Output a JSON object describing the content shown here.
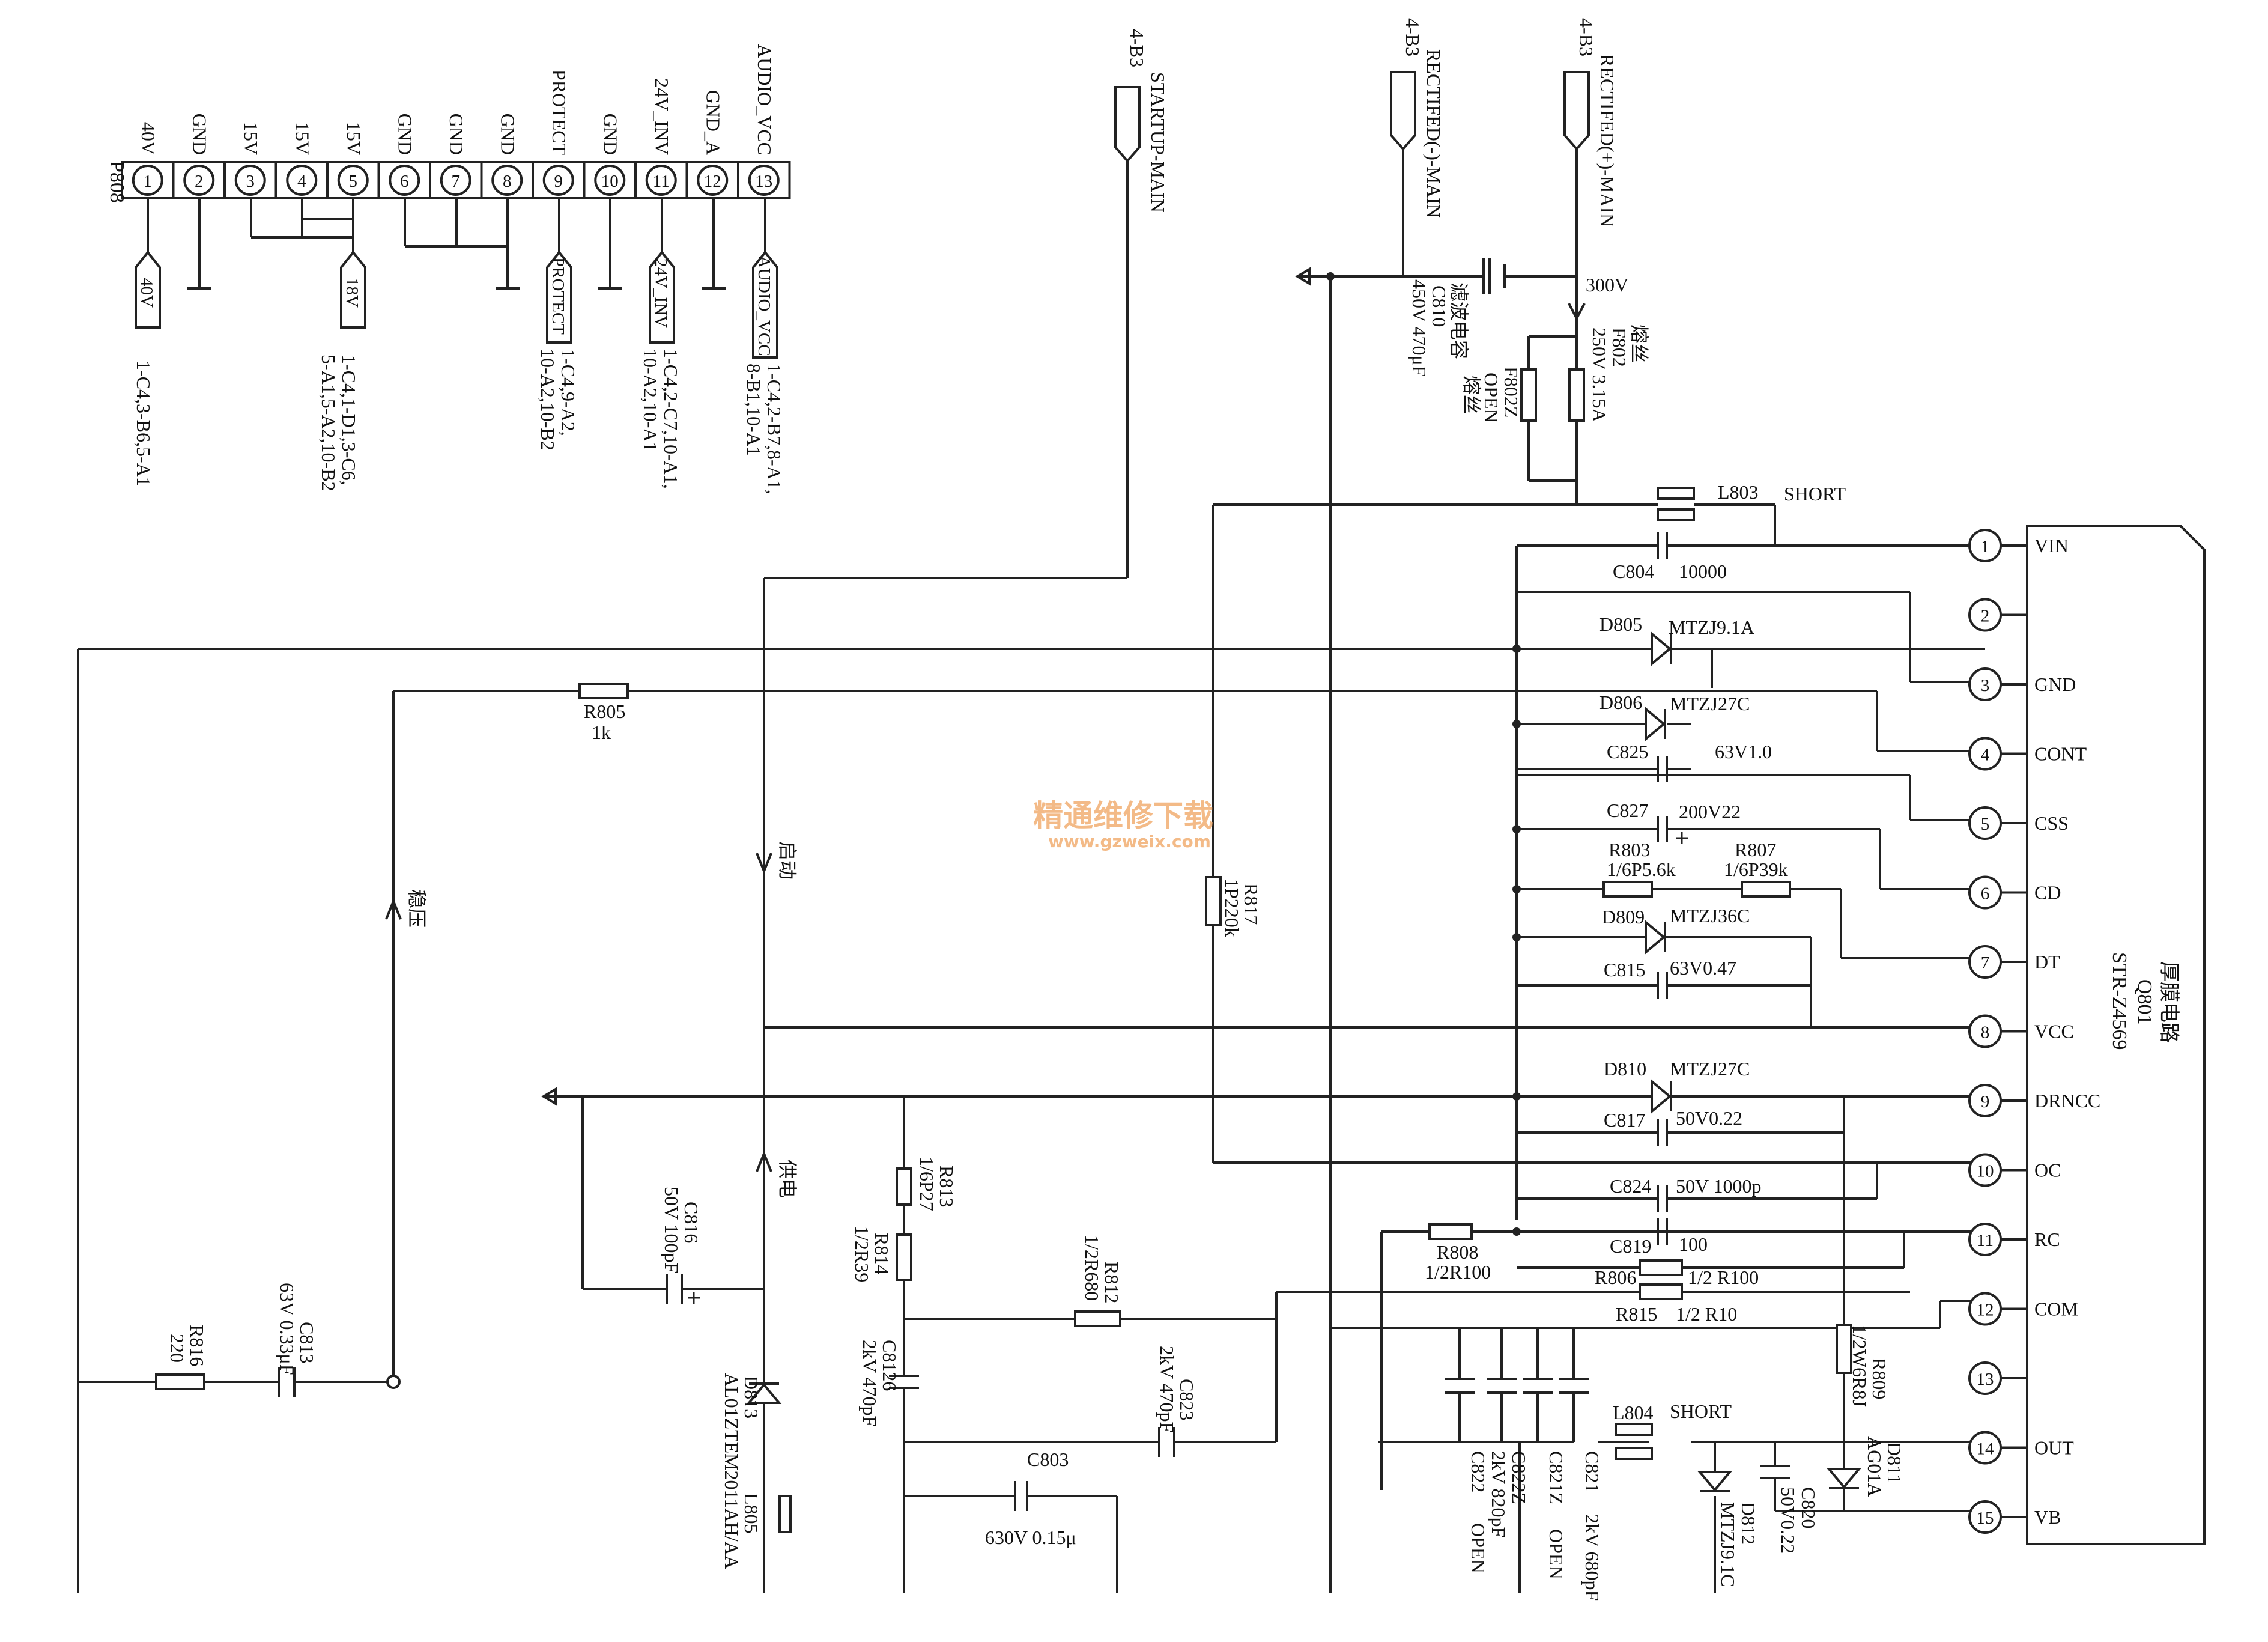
{
  "connector": {
    "ref": "P808",
    "pins": [
      {
        "num": "1",
        "name": "40V"
      },
      {
        "num": "2",
        "name": "GND"
      },
      {
        "num": "3",
        "name": "15V"
      },
      {
        "num": "4",
        "name": "15V"
      },
      {
        "num": "5",
        "name": "15V"
      },
      {
        "num": "6",
        "name": "GND"
      },
      {
        "num": "7",
        "name": "GND"
      },
      {
        "num": "8",
        "name": "GND"
      },
      {
        "num": "9",
        "name": "PROTECT"
      },
      {
        "num": "10",
        "name": "GND"
      },
      {
        "num": "11",
        "name": "24V_INV"
      },
      {
        "num": "12",
        "name": "GND_A"
      },
      {
        "num": "13",
        "name": "AUDIO_VCC"
      }
    ],
    "tags": [
      {
        "label": "40V",
        "refs": "1-C4,3-B6,5-A1"
      },
      {
        "label": "18V",
        "refs": "1-C4,1-D1,3-C6,",
        "refs2": "5-A1,5-A2,10-B2"
      },
      {
        "label": "PROTECT",
        "refs": "1-C4,9-A2,",
        "refs2": "10-A2,10-B2"
      },
      {
        "label": "24V_INV",
        "refs": "1-C4,2-C7,10-A1,",
        "refs2": "10-A2,10-A1"
      },
      {
        "label": "AUDIO_VCC",
        "refs": "1-C4,2-B7,8-A1,",
        "refs2": "8-B1,10-A1"
      }
    ]
  },
  "inputs": [
    {
      "grid": "4-B3",
      "name": "STARTUP-MAIN"
    },
    {
      "grid": "4-B3",
      "name": "RECTIFED(-)-MAIN"
    },
    {
      "grid": "4-B3",
      "name": "RECTIFED(+)-MAIN"
    }
  ],
  "ic": {
    "ref": "Q801",
    "title": "厚膜电路",
    "part": "STR-Z4569",
    "pins": [
      {
        "num": "1",
        "name": "VIN"
      },
      {
        "num": "2",
        "name": ""
      },
      {
        "num": "3",
        "name": "GND"
      },
      {
        "num": "4",
        "name": "CONT"
      },
      {
        "num": "5",
        "name": "CSS"
      },
      {
        "num": "6",
        "name": "CD"
      },
      {
        "num": "7",
        "name": "DT"
      },
      {
        "num": "8",
        "name": "VCC"
      },
      {
        "num": "9",
        "name": "DRNCC"
      },
      {
        "num": "10",
        "name": "OC"
      },
      {
        "num": "11",
        "name": "RC"
      },
      {
        "num": "12",
        "name": "COM"
      },
      {
        "num": "13",
        "name": ""
      },
      {
        "num": "14",
        "name": "OUT"
      },
      {
        "num": "15",
        "name": "VB"
      }
    ]
  },
  "parts": {
    "c810": {
      "ref": "C810",
      "desc": "滤波电容",
      "value": "450V 470μF"
    },
    "f802": {
      "ref": "F802",
      "desc": "熔丝",
      "value": "250V 3.15A"
    },
    "f802z": {
      "ref": "F802Z",
      "desc": "熔丝",
      "value": "OPEN"
    },
    "v300": "300V",
    "l803": {
      "ref": "L803",
      "value": "SHORT"
    },
    "c804": {
      "ref": "C804",
      "value": "10000"
    },
    "d805": {
      "ref": "D805",
      "value": "MTZJ9.1A"
    },
    "d806": {
      "ref": "D806",
      "value": "MTZJ27C"
    },
    "c825": {
      "ref": "C825",
      "value": "63V1.0"
    },
    "c827": {
      "ref": "C827",
      "value": "200V22"
    },
    "r803": {
      "ref": "R803",
      "value": "1/6P5.6k"
    },
    "r807": {
      "ref": "R807",
      "value": "1/6P39k"
    },
    "d809": {
      "ref": "D809",
      "value": "MTZJ36C"
    },
    "c815": {
      "ref": "C815",
      "value": "63V0.47"
    },
    "d810": {
      "ref": "D810",
      "value": "MTZJ27C"
    },
    "c817": {
      "ref": "C817",
      "value": "50V0.22"
    },
    "c824": {
      "ref": "C824",
      "value": "50V 1000p"
    },
    "c819": {
      "ref": "C819",
      "value": "100"
    },
    "r808": {
      "ref": "R808",
      "value": "1/2R100"
    },
    "r806": {
      "ref": "R806",
      "value": "1/2 R100"
    },
    "r815": {
      "ref": "R815",
      "value": "1/2 R10"
    },
    "r809": {
      "ref": "R809",
      "value": "1/2W6R8J"
    },
    "d811": {
      "ref": "D811",
      "value": "AG01A"
    },
    "l804": {
      "ref": "L804",
      "value": "SHORT"
    },
    "d812": {
      "ref": "D812",
      "value": "MTZJ9.1C"
    },
    "c820": {
      "ref": "C820",
      "value": "50V0.22"
    },
    "c822": {
      "ref": "C822",
      "value": "OPEN"
    },
    "c822z": {
      "ref": "C822Z",
      "value": "2kV 820pF"
    },
    "c821z": {
      "ref": "C821Z",
      "value": "OPEN"
    },
    "c821": {
      "ref": "C821",
      "value": "2kV 680pF"
    },
    "r805": {
      "ref": "R805",
      "value": "1k"
    },
    "r817": {
      "ref": "R817",
      "value": "1P220k"
    },
    "r813": {
      "ref": "R813",
      "value": "1/6P27"
    },
    "r814": {
      "ref": "R814",
      "value": "1/2R39"
    },
    "r812": {
      "ref": "R812",
      "value": "1/2R680"
    },
    "c8126": {
      "ref": "C8126",
      "value": "2kV 470pF"
    },
    "c823": {
      "ref": "C823",
      "value": "2kV 470pF"
    },
    "c803": {
      "ref": "C803",
      "value": "630V 0.15μ"
    },
    "c816": {
      "ref": "C816",
      "value": "50V 100pF"
    },
    "d813": {
      "ref": "D813",
      "value": "AL01Z"
    },
    "l805": {
      "ref": "L805",
      "value": "TEM2011AH/AA"
    },
    "r816": {
      "ref": "R816",
      "value": "220"
    },
    "c813": {
      "ref": "C813",
      "value": "63V 0.33μF"
    }
  },
  "notes": {
    "startup": "启动",
    "supply": "供电",
    "regulate": "稳压"
  },
  "watermark": {
    "cn": "精通维修下载",
    "url": "www.gzweix.com"
  }
}
